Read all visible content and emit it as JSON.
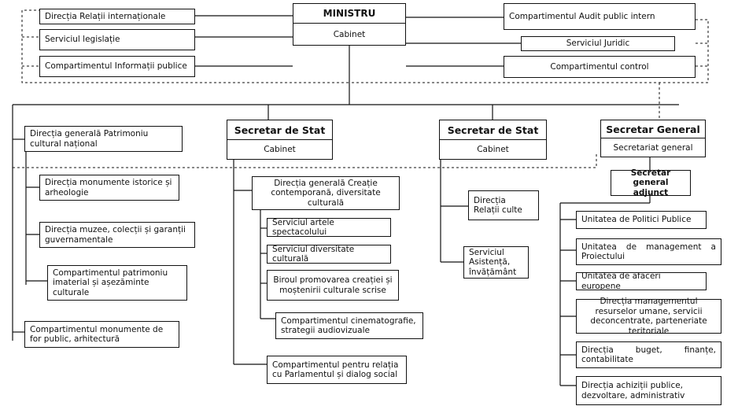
{
  "minister": {
    "title": "MINISTRU",
    "cabinet": "Cabinet",
    "left_units": [
      "Direcția Relații internaționale",
      "Serviciul legislație",
      "Compartimentul Informații publice"
    ],
    "right_units": [
      "Compartimentul Audit public intern",
      "Serviciul Juridic",
      "Compartimentul control"
    ]
  },
  "patrimoniu": {
    "head": "Direcția generală Patrimoniu cultural național",
    "units": [
      "Direcția monumente istorice și arheologie",
      "Direcția muzee, colecții și garanții guvernamentale",
      "Compartimentul patrimoniu imaterial și așezăminte culturale",
      "Compartimentul monumente de for public, arhitectură"
    ]
  },
  "secretar_stat_1": {
    "title": "Secretar de Stat",
    "cabinet": "Cabinet",
    "directorate": "Direcția generală Creație contemporană, diversitate culturală",
    "directorate_units": [
      "Serviciul artele spectacolului",
      "Serviciul diversitate culturală",
      "Biroul promovarea creației și moștenirii culturale scrise",
      "Compartimentul cinematografie, strategii audiovizuale"
    ],
    "other_unit": "Compartimentul pentru relația cu Parlamentul și dialog social"
  },
  "secretar_stat_2": {
    "title": "Secretar de Stat",
    "cabinet": "Cabinet",
    "units": [
      "Direcția Relații culte",
      "Serviciul Asistență, învățământ"
    ]
  },
  "secretar_general": {
    "title": "Secretar General",
    "secretariat": "Secretariat general",
    "deputy": "Secretar general adjunct",
    "units": [
      "Unitatea de Politici Publice",
      "Unitatea de management a Proiectului",
      "Unitatea de afaceri europene",
      "Direcția managementul resurselor umane, servicii deconcentrate, parteneriate teritoriale",
      "Direcția buget, finanțe, contabilitate",
      "Direcția achiziții publice, dezvoltare, administrativ"
    ]
  }
}
